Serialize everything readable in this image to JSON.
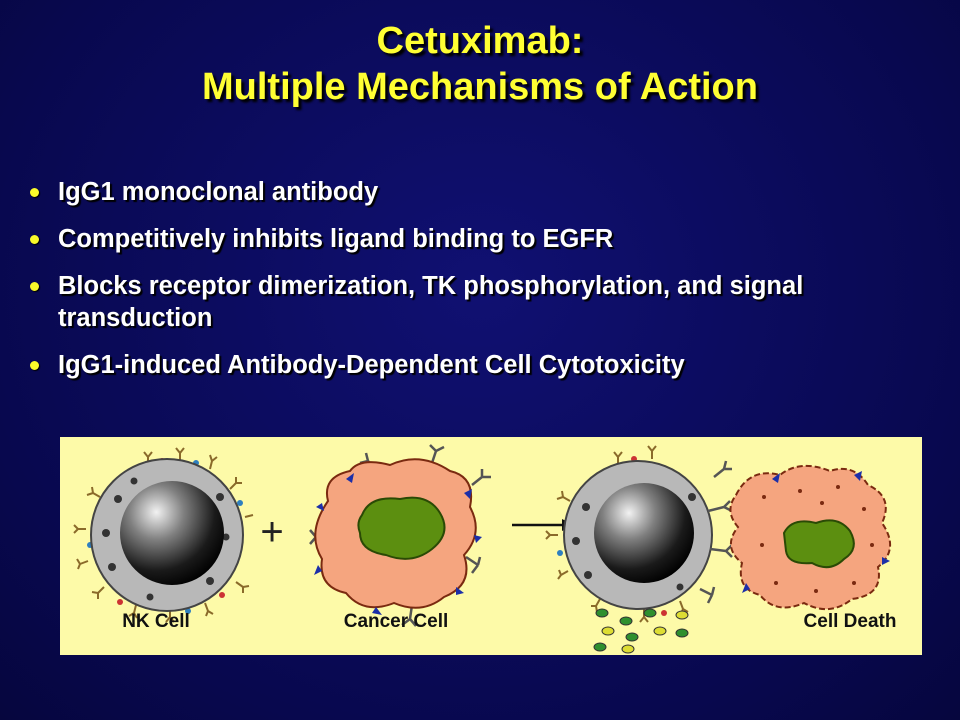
{
  "slide": {
    "title_line1": "Cetuximab:",
    "title_line2": "Multiple Mechanisms of Action",
    "bullets": [
      "IgG1 monoclonal antibody",
      "Competitively inhibits ligand binding to EGFR",
      "Blocks receptor dimerization, TK phosphorylation, and signal transduction",
      "IgG1-induced Antibody-Dependent Cell Cytotoxicity"
    ]
  },
  "figure": {
    "labels": {
      "nk_cell": "NK Cell",
      "cancer_cell": "Cancer Cell",
      "cell_death": "Cell Death"
    },
    "operators": {
      "plus": "+"
    },
    "colors": {
      "background": "#fdfaa8",
      "nk_membrane": "#b8b8b8",
      "nucleus_dark": "#111111",
      "cancer_cytoplasm": "#f5a57f",
      "cancer_nucleus": "#5c8f10",
      "receptor_blue": "#1c2fa8",
      "antibody_brown": "#8a6a2a",
      "antibody_red": "#cc3333",
      "granule_green": "#2e8f2e",
      "granule_yellow": "#dddd33"
    }
  }
}
